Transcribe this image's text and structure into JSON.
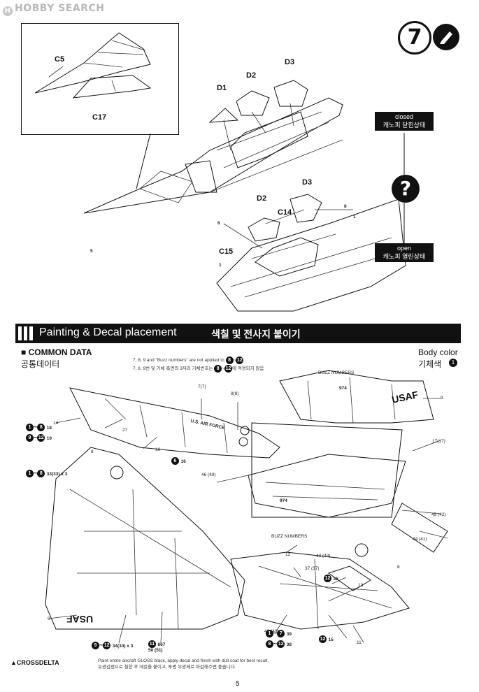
{
  "watermark": "HOBBY SEARCH",
  "step": {
    "number": "7"
  },
  "assembly": {
    "inset_labels": [
      "C5",
      "C17"
    ],
    "top_labels": [
      "D1",
      "D2",
      "D3"
    ],
    "bottom_labels": [
      "D3",
      "D2",
      "C14",
      "C15"
    ],
    "closed_en": "closed",
    "closed_kr": "캐노피 닫힌상태",
    "open_en": "open",
    "open_kr": "캐노피 열린상태",
    "question": "?",
    "marker_5": "5",
    "marker_6": "6",
    "marker_1": "1",
    "marker_8": "8"
  },
  "painting": {
    "title_en": "Painting & Decal placement",
    "title_kr": "색칠 및 전사지 붙이기",
    "common_en": "COMMON DATA",
    "common_kr": "공통데이터",
    "body_color_en": "Body color",
    "body_color_kr": "기체색",
    "body_color_badge": "1",
    "note_line1": "7, 8, 9 and \"Buzz numbers\" are not applied to",
    "note_line2": "7, 8, 9번 및 기체 측면의 3자리 기체번호는",
    "note_line2b": "에 적용되지 않음",
    "note_range_a": "8",
    "note_range_b": "12",
    "buzz_numbers": "BUZZ NUMBERS",
    "usaf": "USAF",
    "us_air_force": "U.S. AIR FORCE",
    "buzz_974": "974",
    "callouts": {
      "c14": "14",
      "c27": "27",
      "c10": "10",
      "c77": "7(7)",
      "c88": "8(8)",
      "c9a": "9",
      "c1717": "17(17)",
      "c4649": "46 (49)",
      "c4542": "45 (42)",
      "c4441": "44 (41)",
      "c4343": "43 (43)",
      "c8a": "8",
      "c8b": "8",
      "c12": "12",
      "c3737": "37 (37)",
      "c36": "36",
      "c13": "13",
      "c4040": "40 (40)",
      "c15": "15",
      "c11": "11",
      "c9b": "9"
    },
    "legend_rows": [
      {
        "a": "1",
        "b": "8",
        "n": "18"
      },
      {
        "a": "9",
        "b": "12",
        "n": "19"
      }
    ],
    "legend_6": {
      "a": "6",
      "n": "16"
    },
    "legend_33": {
      "a": "1",
      "b": "8",
      "n": "33(33) x 3"
    },
    "legend_34": {
      "a": "9",
      "b": "12",
      "n": "34(34) x 3"
    },
    "legend_11": {
      "a": "11",
      "n": "867",
      "n2": "50 (51)"
    },
    "legend_39": {
      "a": "1",
      "b": "7",
      "n": "39"
    },
    "legend_38": {
      "a": "8",
      "b": "12",
      "n": "38"
    },
    "legend_12_36": {
      "a": "12"
    },
    "legend_12_15": {
      "a": "12"
    },
    "final_note_en": "Paint entire aircraft GLOSS black, apply decal and finish with dull coat for best result.",
    "final_note_kr": "유광검정으로 칠한 후 데칼을 붙이고, 투명 무광제로 마감해주면 좋습니다."
  },
  "footer": {
    "brand": "CROSSDELTA",
    "page": "5"
  }
}
